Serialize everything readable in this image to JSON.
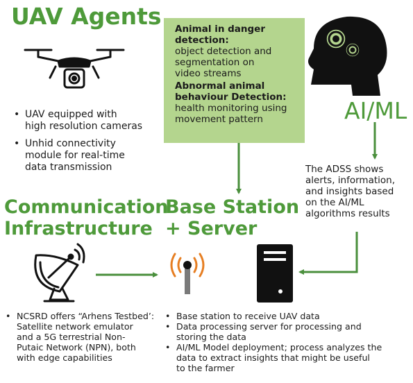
{
  "uav_agents": {
    "title": "UAV Agents",
    "bullets": [
      [
        "UAV equipped with",
        "high resolution cameras"
      ],
      [
        "Unhid connectivity",
        "module for real-time",
        "data transmission"
      ]
    ]
  },
  "analysis_box": {
    "detection_title": [
      "Animal in danger",
      "detection:"
    ],
    "detection_text": [
      "object detection and",
      "segmentation on",
      "video streams"
    ],
    "behaviour_title": [
      "Abnormal animal",
      "behaviour Detection:"
    ],
    "behaviour_text": [
      "health monitoring using",
      "movement pattern"
    ],
    "fill_color": "#b4d58e"
  },
  "aiml": {
    "title": "AI/ML",
    "adss_text": [
      "The ADSS shows",
      "alerts, information,",
      "and insights based",
      "on the AI/ML",
      "algorithms results"
    ]
  },
  "communication": {
    "title": [
      "Communication",
      "Infrastructure"
    ],
    "bullets": [
      [
        "NCSRD offers “Arhens Testbed’:",
        "Satellite network emulator",
        "and a 5G terrestrial Non-",
        "Putaic Network (NPN), both",
        "with edge capabilities"
      ]
    ]
  },
  "base_station": {
    "title": [
      "Base Station",
      "+ Server"
    ],
    "bullets": [
      [
        "Base station to receive UAV data"
      ],
      [
        "Data processing server for processing and",
        "storing the data"
      ],
      [
        "AI/ML Model deployment; process analyzes the",
        "data to extract insights that might be useful",
        "to the farmer"
      ]
    ]
  },
  "icons": {
    "drone": "drone-icon",
    "head": "head-gears-icon",
    "satellite": "satellite-dish-icon",
    "antenna": "radio-tower-icon",
    "server": "server-icon"
  },
  "colors": {
    "accent_green": "#4e9a3a",
    "arrow_green": "#4a8f3c",
    "signal_orange": "#e67e22",
    "icon_dark": "#111111"
  }
}
